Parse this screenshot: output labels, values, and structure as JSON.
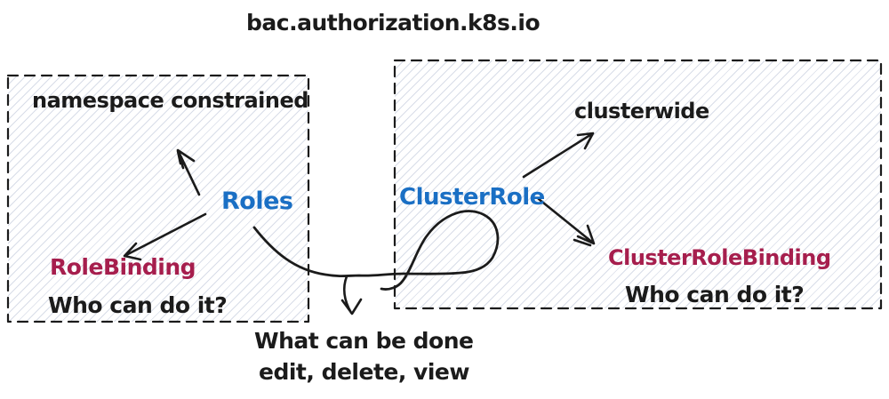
{
  "title": "bac.authorization.k8s.io",
  "colors": {
    "ink": "#1b1b1b",
    "role_blue": "#1a6fc4",
    "binding_crimson": "#a61e4d",
    "hatch_line": "#b9c1d6"
  },
  "left_box": {
    "scope": "namespace constrained",
    "role": "Roles",
    "binding": "RoleBinding",
    "question": "Who can do it?"
  },
  "right_box": {
    "scope": "clusterwide",
    "role": "ClusterRole",
    "binding": "ClusterRoleBinding",
    "question": "Who can do it?"
  },
  "bottom_note": {
    "line1": "What can be done",
    "line2": "edit, delete, view"
  }
}
